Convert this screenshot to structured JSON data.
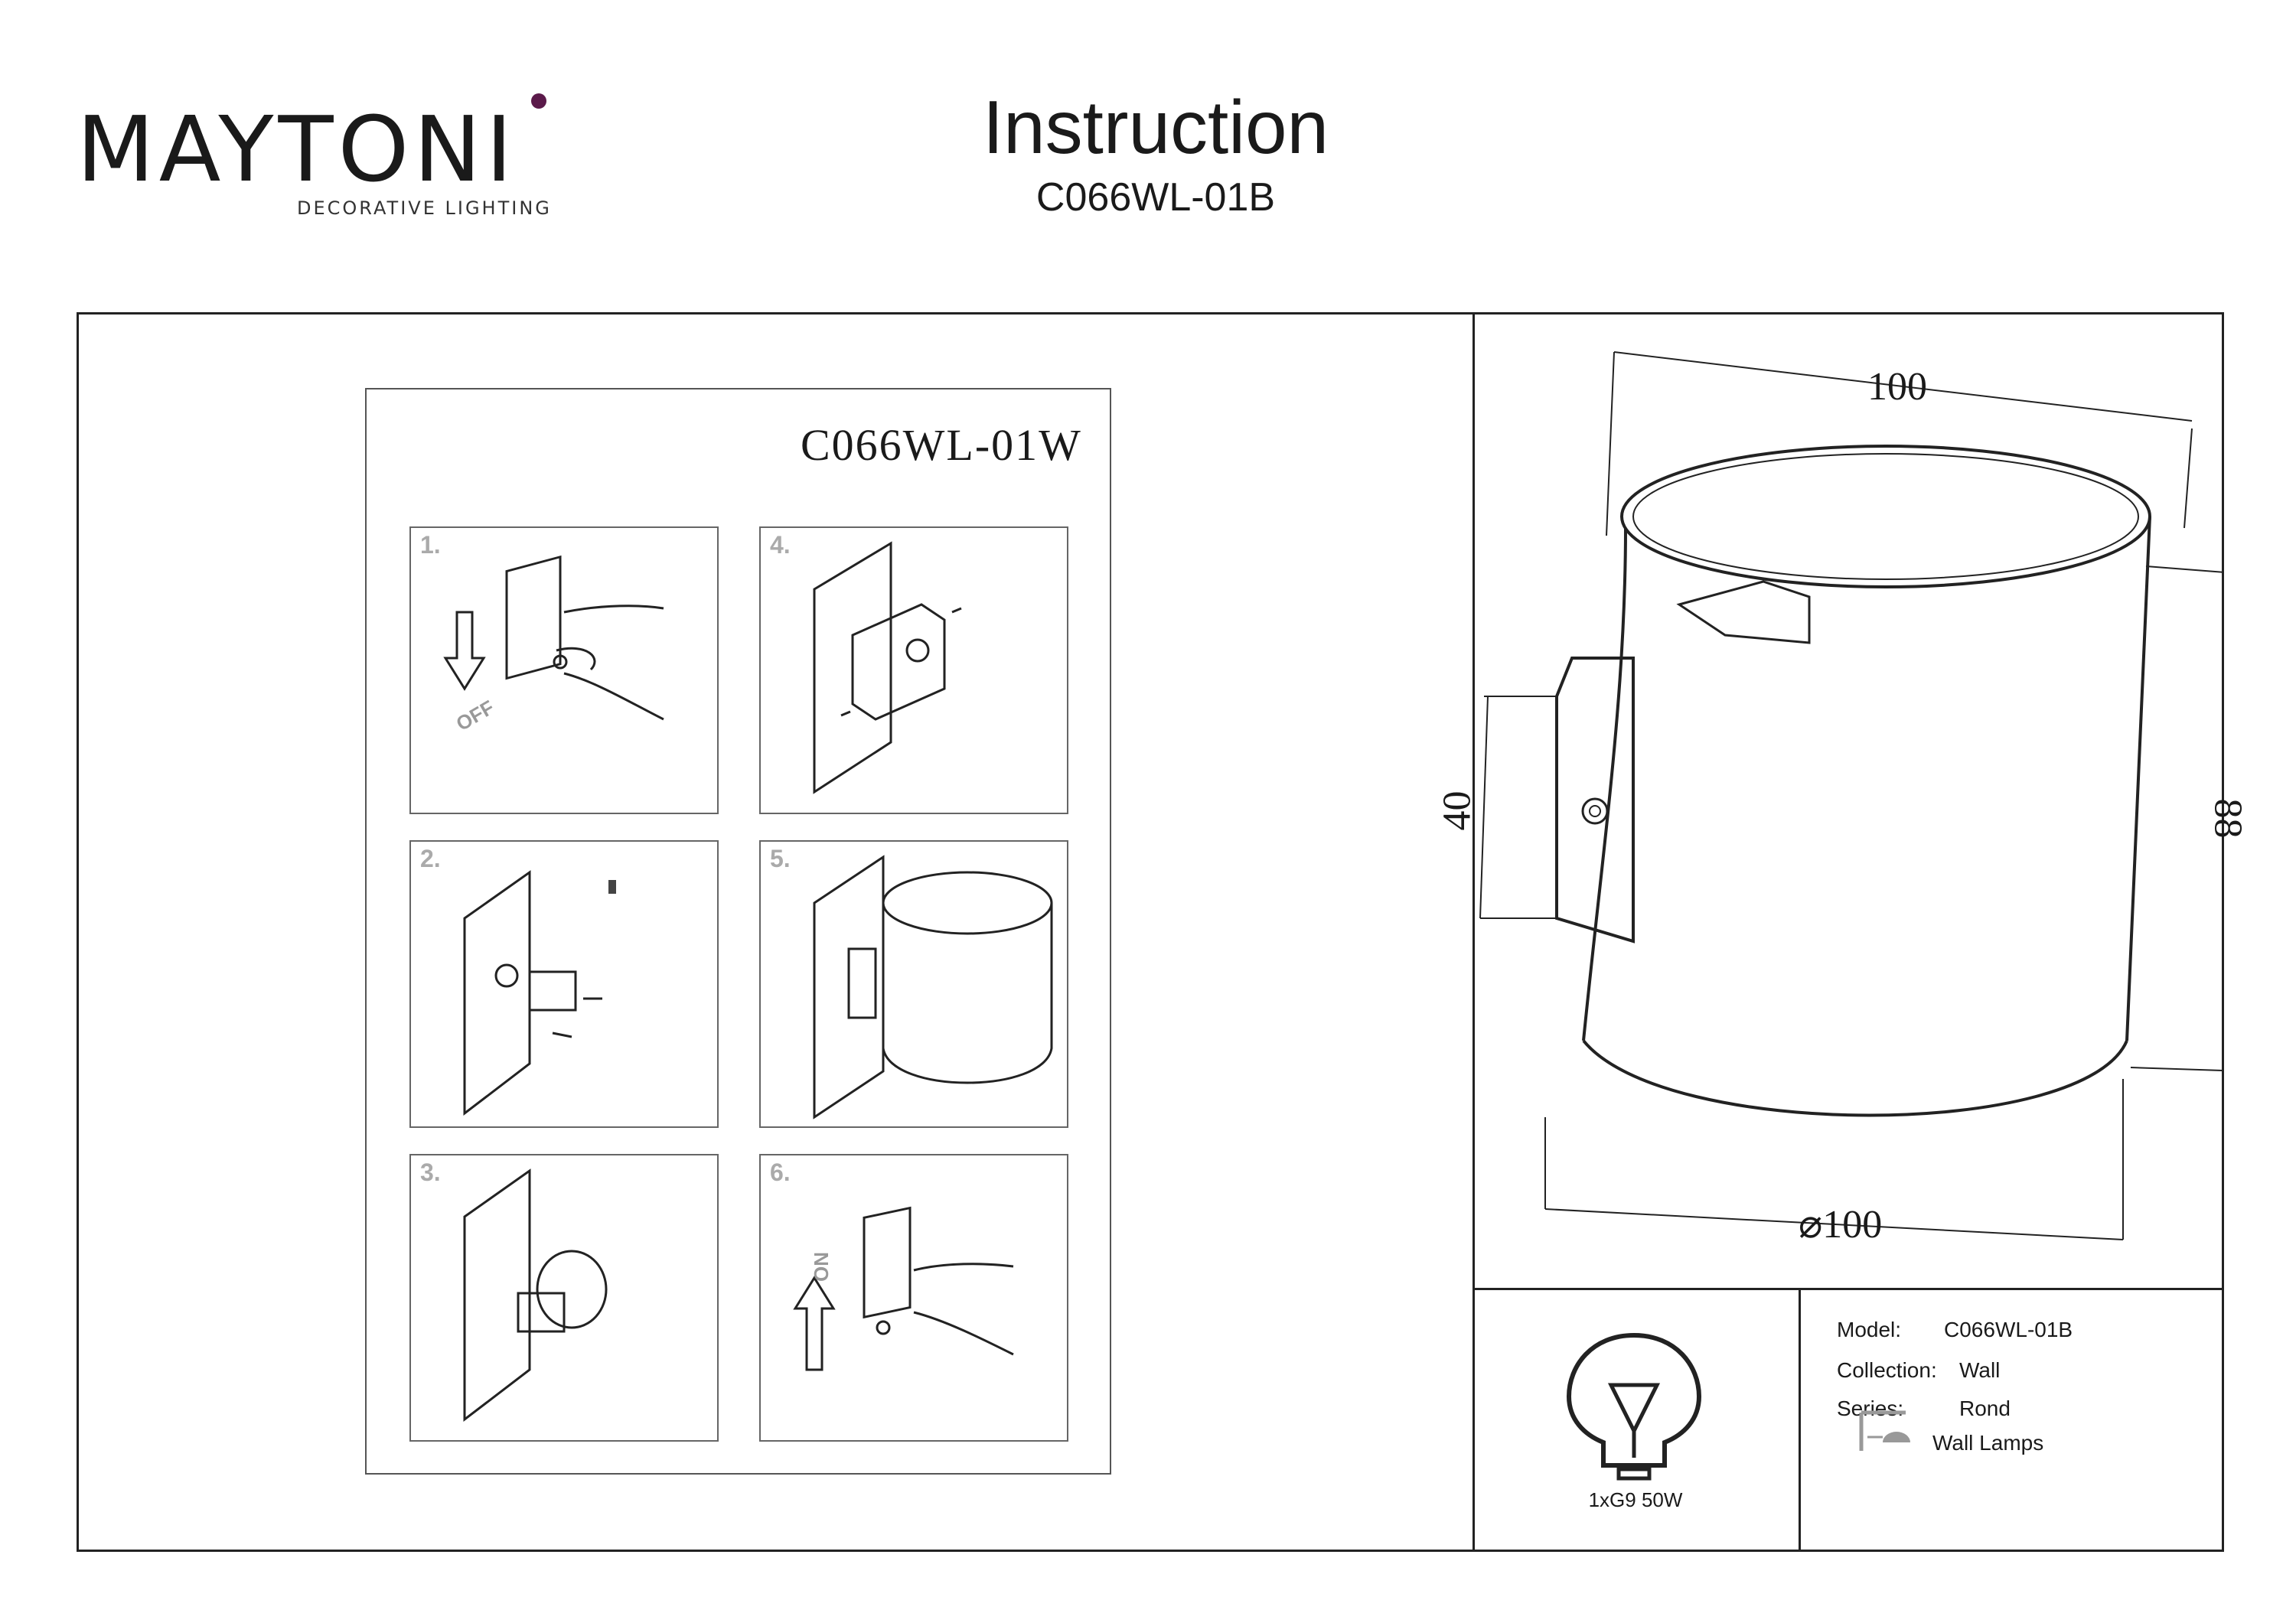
{
  "brand": {
    "name": "MAYTONI",
    "tagline": "DECORATIVE LIGHTING",
    "accent_color": "#5b1a4a"
  },
  "header": {
    "title": "Instruction",
    "model_code": "C066WL-01B"
  },
  "inner_sheet": {
    "code": "C066WL-01W"
  },
  "steps": [
    {
      "number": "1.",
      "label": "OFF"
    },
    {
      "number": "2."
    },
    {
      "number": "3."
    },
    {
      "number": "4."
    },
    {
      "number": "5."
    },
    {
      "number": "6.",
      "label": "ON"
    }
  ],
  "dimensions": {
    "top_width": "100",
    "diameter": "⌀100",
    "height": "88",
    "bracket": "40"
  },
  "power": "1xG9 50W",
  "specs": {
    "model_label": "Model:",
    "model_value": "C066WL-01B",
    "collection_label": "Collection:",
    "collection_value": "Wall",
    "series_label": "Series:",
    "series_value": "Rond",
    "type_value": "Wall Lamps"
  }
}
